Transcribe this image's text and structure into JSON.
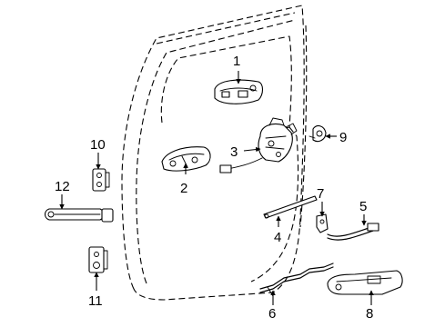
{
  "callouts": [
    {
      "id": "label-1",
      "text": "1"
    },
    {
      "id": "label-2",
      "text": "2"
    },
    {
      "id": "label-3",
      "text": "3"
    },
    {
      "id": "label-4",
      "text": "4"
    },
    {
      "id": "label-5",
      "text": "5"
    },
    {
      "id": "label-6",
      "text": "6"
    },
    {
      "id": "label-7",
      "text": "7"
    },
    {
      "id": "label-8",
      "text": "8"
    },
    {
      "id": "label-9",
      "text": "9"
    },
    {
      "id": "label-10",
      "text": "10"
    },
    {
      "id": "label-11",
      "text": "11"
    },
    {
      "id": "label-12",
      "text": "12"
    }
  ],
  "colors": {
    "line": "#000000",
    "background": "#ffffff"
  }
}
